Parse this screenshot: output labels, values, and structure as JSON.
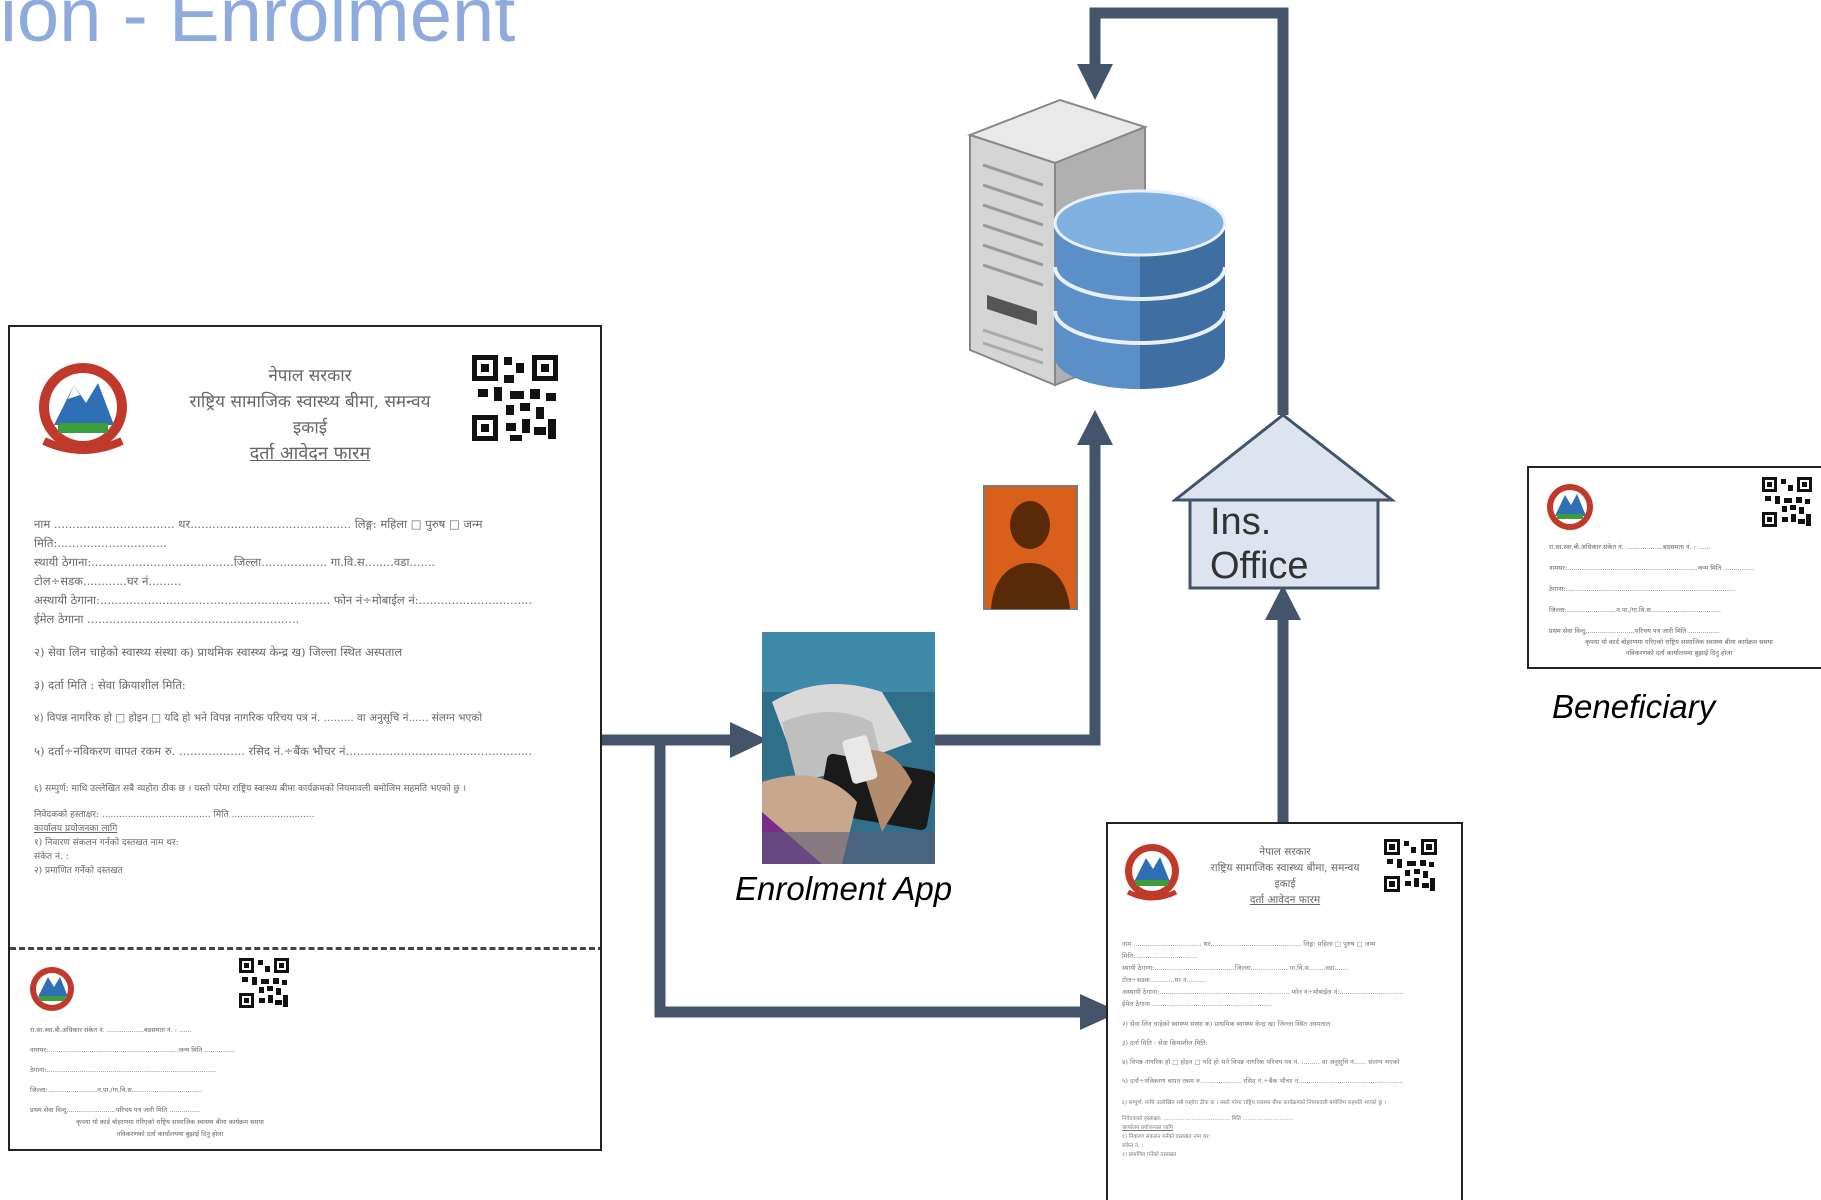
{
  "slide": {
    "title": "ion - Enrolment"
  },
  "colors": {
    "arrow": "#44546a",
    "title": "#8faadc",
    "office_fill": "#dde4ef",
    "person_bg": "#d9601a",
    "db_blue": "#4f81bd"
  },
  "icons": {
    "server": "server-icon",
    "database": "database-icon",
    "person": "person-icon",
    "phone_photo": "enrolment-app-photo",
    "office": "office-house-icon",
    "qr": "qr-code-icon",
    "emblem": "nepal-emblem-icon"
  },
  "labels": {
    "enrolment_app": "Enrolment App",
    "beneficiary": "Beneficiary",
    "office": "Ins.\nOffice"
  },
  "form_large": {
    "header": [
      "नेपाल सरकार",
      "राष्ट्रिय सामाजिक स्वास्थ्य बीमा, समन्वय",
      "इकाई"
    ],
    "form_title": "दर्ता आवेदन फारम",
    "fields": [
      "नाम ................................. थर............................................ लिङ्ग: महिला □ पुरुष □ जन्म",
      "मिति:..............................",
      "स्थायी ठेगाना:.......................................जिल्ला.................. गा.वि.स........वडा.......",
      "टोल÷सडक............घर नं.........",
      "अस्थायी ठेगाना:............................................................... फोन नं÷मोबाईल नं:...............................",
      "ईमेल ठेगाना ..........................................................",
      "२) सेवा लिन चाहेको स्वास्थ्य संस्था    क) प्राथमिक स्वास्थ्य केन्द्र          ख) जिल्ला स्थित अस्पताल",
      "३) दर्ता मिति :                    सेवा क्रियाशील मिति:",
      "४) विपन्न नागरिक हो □ होइन □ यदि हो भने विपन्न नागरिक परिचय पत्र नं. ......... वा अनुसूचि नं...... संलग्न भएको",
      "५)  दर्ता÷नविकरण वापत रकम रु. ..................  रसिद नं.÷बैंक भौचर नं...................................................",
      "६) सम्पुर्ण: माथि उल्लेखित सबै व्यहोरा ठीक छ । यस्तो परेमा राष्ट्रिय स्वास्थ्य बीमा कार्यक्रमको नियमावली बमोजिम सहमति भएको छु ।",
      "निवेदकको हस्ताक्षर: ......................................  मिति .............................",
      "कार्यालय प्रयोजनका लागि",
      "१) निवारण संकलन गर्नको दस्तखत                 नाम थर:",
      "                                                               संकेत नं. :",
      "२) प्रमाणित गर्नेको दस्तखत"
    ],
    "card_fields": [
      "रा.सा.स्वा.बी.अधिकार संकेत नं. ..................बडसमता नं. : ......",
      "नामथर:...............................................................जन्म मिति ...............",
      "ठेगाना:..................................................................................",
      "जिल्ला:........................न.पा./गा.वि.स..................................",
      "प्रथम सेवा विन्दु........................परिचय पत्र जारी मिति ...............",
      "कृपया यो कार्ड बोहरणमा गरिएको राष्ट्रिय सामाजिक स्वास्थ्य बीमा कार्यक्रम समया",
      "नविकरणको दर्ता कार्यालयमा बुझाई दिनु होला"
    ]
  },
  "form_small": {
    "header": [
      "नेपाल सरकार",
      "राष्ट्रिय सामाजिक स्वास्थ्य बीमा, समन्वय",
      "इकाई"
    ],
    "form_title": "दर्ता आवेदन फारम"
  }
}
